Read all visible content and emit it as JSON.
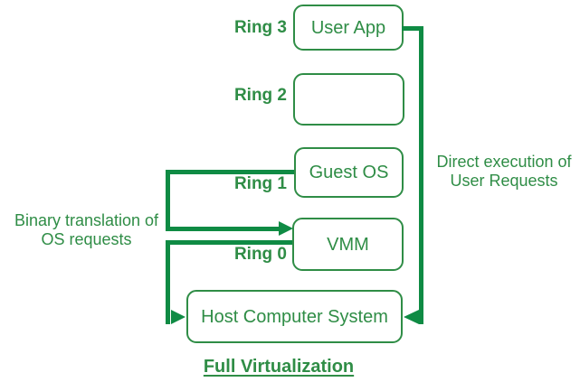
{
  "colors": {
    "green": "#2f8d46",
    "line": "#0f8b44",
    "bg": "#ffffff"
  },
  "diagram": {
    "title": "Full Virtualization",
    "rings": [
      {
        "label": "Ring 3",
        "box": "User App"
      },
      {
        "label": "Ring 2",
        "box": ""
      },
      {
        "label": "Ring 1",
        "box": "Guest OS"
      },
      {
        "label": "Ring 0",
        "box": "VMM"
      }
    ],
    "host": "Host Computer System",
    "annotations": {
      "left": {
        "line1": "Binary translation of",
        "line2": "OS requests"
      },
      "right": {
        "line1": "Direct execution of",
        "line2": "User Requests"
      }
    }
  }
}
